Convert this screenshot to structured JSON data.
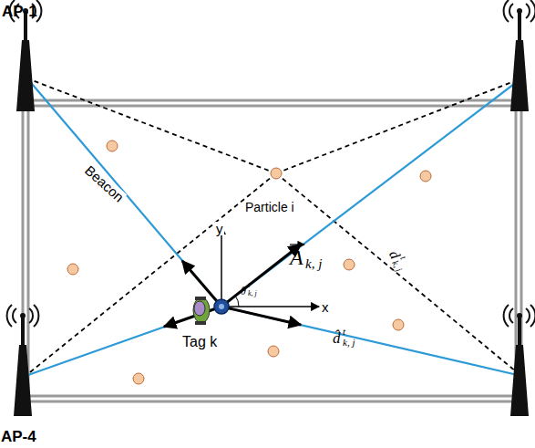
{
  "diagram": {
    "labels": [
      "AP-1",
      "AP-4",
      "Beacon",
      "Particle i",
      "y",
      "x",
      "Tag k",
      "A",
      "k, j",
      "θ",
      "t",
      "k, j",
      "d",
      "t",
      "k, j",
      "d̂",
      "t",
      "k, j"
    ]
  }
}
